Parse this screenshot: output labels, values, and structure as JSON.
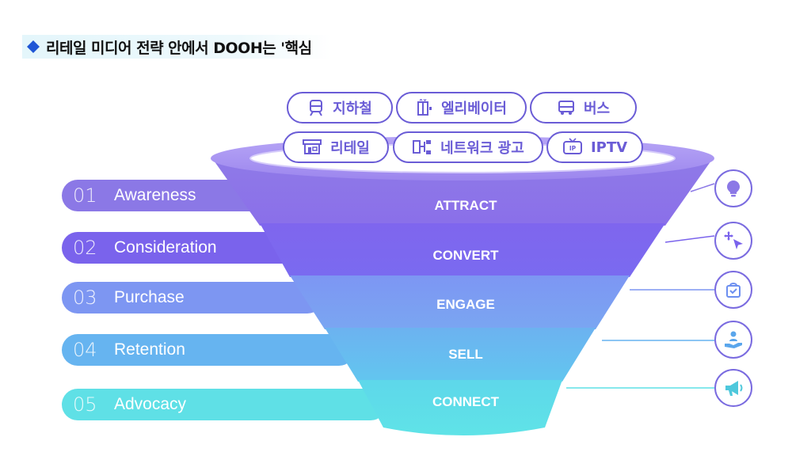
{
  "title": "리테일 미디어 전략 안에서 DOOH는 '핵심",
  "channels": [
    {
      "label": "지하철",
      "icon": "subway-icon"
    },
    {
      "label": "엘리베이터",
      "icon": "elevator-icon"
    },
    {
      "label": "버스",
      "icon": "bus-icon"
    },
    {
      "label": "리테일",
      "icon": "store-icon"
    },
    {
      "label": "네트워크 광고",
      "icon": "network-icon"
    },
    {
      "label": "IPTV",
      "icon": "tv-icon"
    }
  ],
  "stages": [
    {
      "num": "01",
      "name": "Awareness",
      "funnel": "ATTRACT",
      "icon": "lightbulb-icon",
      "color": "#8b78e6"
    },
    {
      "num": "02",
      "name": "Consideration",
      "funnel": "CONVERT",
      "icon": "cursor-icon",
      "color": "#7a63ec"
    },
    {
      "num": "03",
      "name": "Purchase",
      "funnel": "ENGAGE",
      "icon": "shopping-bag-icon",
      "color": "#7d96f2"
    },
    {
      "num": "04",
      "name": "Retention",
      "funnel": "SELL",
      "icon": "hand-care-icon",
      "color": "#66b4f0"
    },
    {
      "num": "05",
      "name": "Advocacy",
      "funnel": "CONNECT",
      "icon": "megaphone-icon",
      "color": "#5fe0e6"
    }
  ]
}
